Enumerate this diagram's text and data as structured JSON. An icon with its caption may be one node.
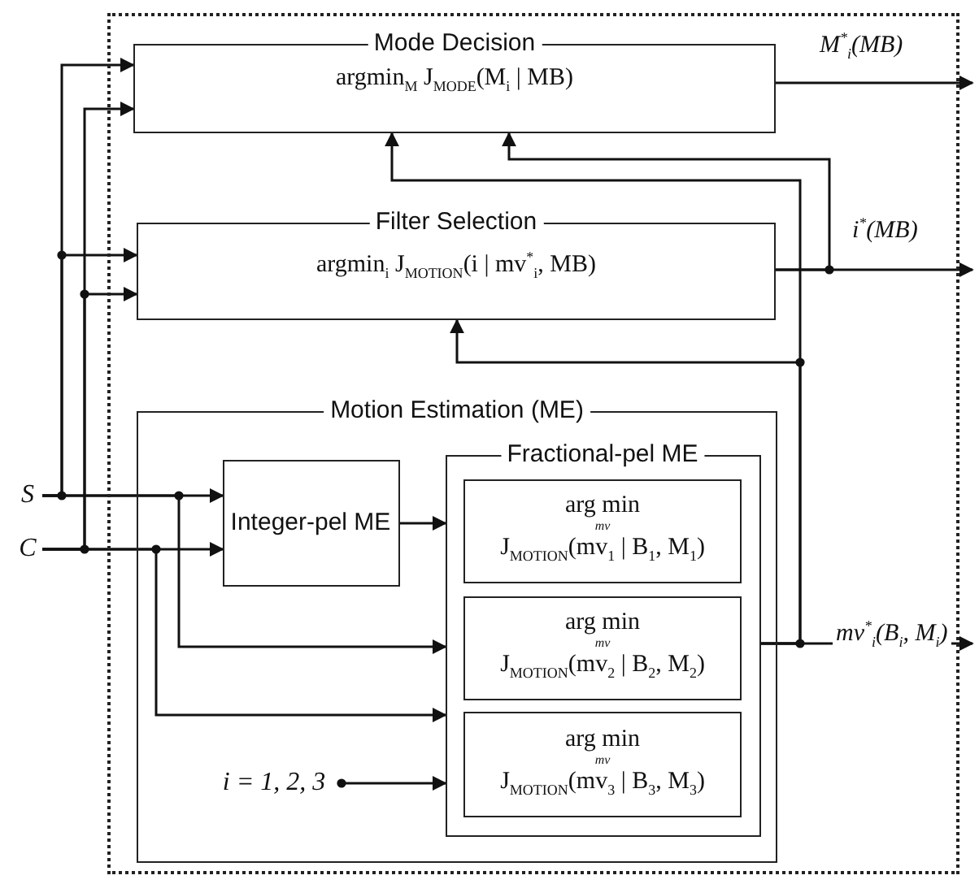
{
  "diagram": {
    "nodes": [
      {
        "text": [],
        "shape": "box"
      },
      {
        "text": [
          "Mode Decision",
          "argmin$_{M}$ J$_{MODE}$(M$_{i}$ | MB)"
        ],
        "in": 0
      },
      {
        "text": [
          "Filter Selection",
          "argmin$_{i}$ J$_{MOTION}$(i | mv$^{*}$$_{i}$, MB)"
        ],
        "in": 0
      },
      {
        "text": [
          "Motion Estimation (ME)"
        ],
        "in": 0
      },
      {
        "text": [
          "Integer-pel ME"
        ],
        "in": 3
      },
      {
        "text": [
          "Fractional-pel ME"
        ],
        "in": 3
      },
      {
        "text": [
          "arg min$_{mv}$",
          "J$_{MOTION}$(mv$_{1}$ | B$_{1}$, M$_{1}$)"
        ],
        "in": 5
      },
      {
        "text": [
          "arg min$_{mv}$",
          "J$_{MOTION}$(mv$_{2}$ | B$_{2}$, M$_{2}$)"
        ],
        "in": 5
      },
      {
        "text": [
          "arg min$_{mv}$",
          "J$_{MOTION}$(mv$_{3}$ | B$_{3}$, M$_{3}$)"
        ],
        "in": 5
      },
      {
        "text": [
          "S"
        ]
      },
      {
        "text": [
          "C"
        ]
      },
      {
        "text": [
          "i = 1, 2, 3"
        ],
        "in": 3
      }
    ],
    "edges": [
      {
        "from": 9,
        "to": 1,
        "arrow": "to"
      },
      {
        "from": 10,
        "to": 1,
        "arrow": "to"
      },
      {
        "from": 9,
        "to": 2,
        "arrow": "to"
      },
      {
        "from": 10,
        "to": 2,
        "arrow": "to"
      },
      {
        "from": 9,
        "to": 4,
        "arrow": "to"
      },
      {
        "from": 10,
        "to": 4,
        "arrow": "to"
      },
      {
        "from": 9,
        "to": 5,
        "arrow": "to"
      },
      {
        "from": 10,
        "to": 5,
        "arrow": "to"
      },
      {
        "from": 11,
        "to": 5,
        "arrow": "to"
      },
      {
        "from": 4,
        "to": 5,
        "arrow": "to"
      },
      {
        "from": 1,
        "to": null,
        "arrow": "to",
        "label": "M$^{*}$$_{i}$(MB)"
      },
      {
        "from": 2,
        "to": null,
        "arrow": "to",
        "label": "i$^{*}$(MB)"
      },
      {
        "from": 5,
        "to": null,
        "arrow": "to",
        "label": "mv$^{*}$$_{i}$(B$_{i}$, M$_{i}$)"
      },
      {
        "from": 5,
        "to": 2,
        "arrow": "to"
      },
      {
        "from": 5,
        "to": 1,
        "arrow": "to"
      },
      {
        "from": 2,
        "to": 1,
        "arrow": "to"
      }
    ]
  }
}
